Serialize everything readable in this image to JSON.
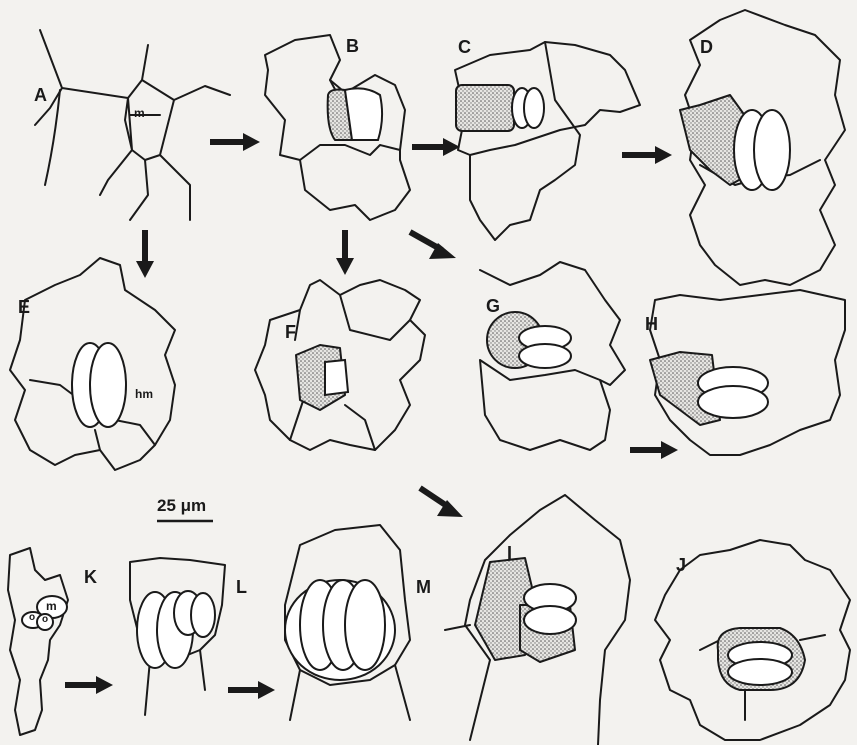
{
  "colors": {
    "ink": "#1a1a1a",
    "paper": "#f3f2ef",
    "stipple": "#bdbdbd"
  },
  "panels": {
    "A": {
      "label": "A",
      "cell_label": "m"
    },
    "B": {
      "label": "B"
    },
    "C": {
      "label": "C"
    },
    "D": {
      "label": "D"
    },
    "E": {
      "label": "E",
      "cell_label": "hm"
    },
    "F": {
      "label": "F"
    },
    "G": {
      "label": "G"
    },
    "H": {
      "label": "H"
    },
    "I": {
      "label": "I"
    },
    "J": {
      "label": "J"
    },
    "K": {
      "label": "K",
      "cell_label": "m",
      "small_labels": [
        "o",
        "o"
      ]
    },
    "L": {
      "label": "L"
    },
    "M": {
      "label": "M"
    }
  },
  "scale_bar": {
    "text": "25 μm"
  }
}
